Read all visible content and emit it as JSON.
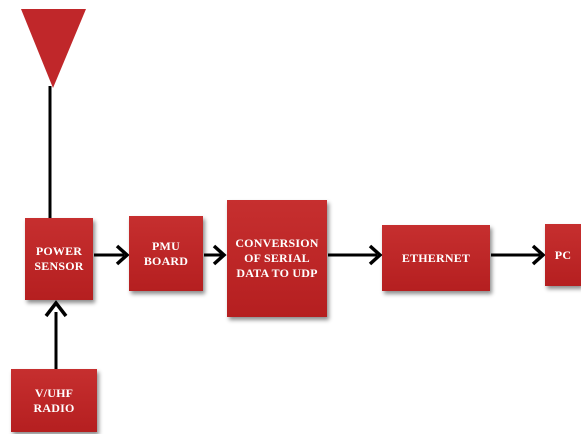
{
  "diagram": {
    "colors": {
      "block_fill": "#b82525",
      "text": "#ffffff",
      "line": "#000000",
      "antenna": "#c0272a"
    },
    "antenna_icon": "antenna-triangle",
    "blocks": {
      "power_sensor": "POWER\nSENSOR",
      "pmu_board": "PMU\nBOARD",
      "conversion": "CONVERSION\nOF SERIAL\nDATA TO UDP",
      "ethernet": "ETHERNET",
      "pc": "PC",
      "vuhf_radio": "V/UHF\nRADIO"
    },
    "connections": [
      {
        "from": "antenna",
        "to": "power_sensor"
      },
      {
        "from": "vuhf_radio",
        "to": "power_sensor"
      },
      {
        "from": "power_sensor",
        "to": "pmu_board"
      },
      {
        "from": "pmu_board",
        "to": "conversion"
      },
      {
        "from": "conversion",
        "to": "ethernet"
      },
      {
        "from": "ethernet",
        "to": "pc"
      }
    ]
  }
}
